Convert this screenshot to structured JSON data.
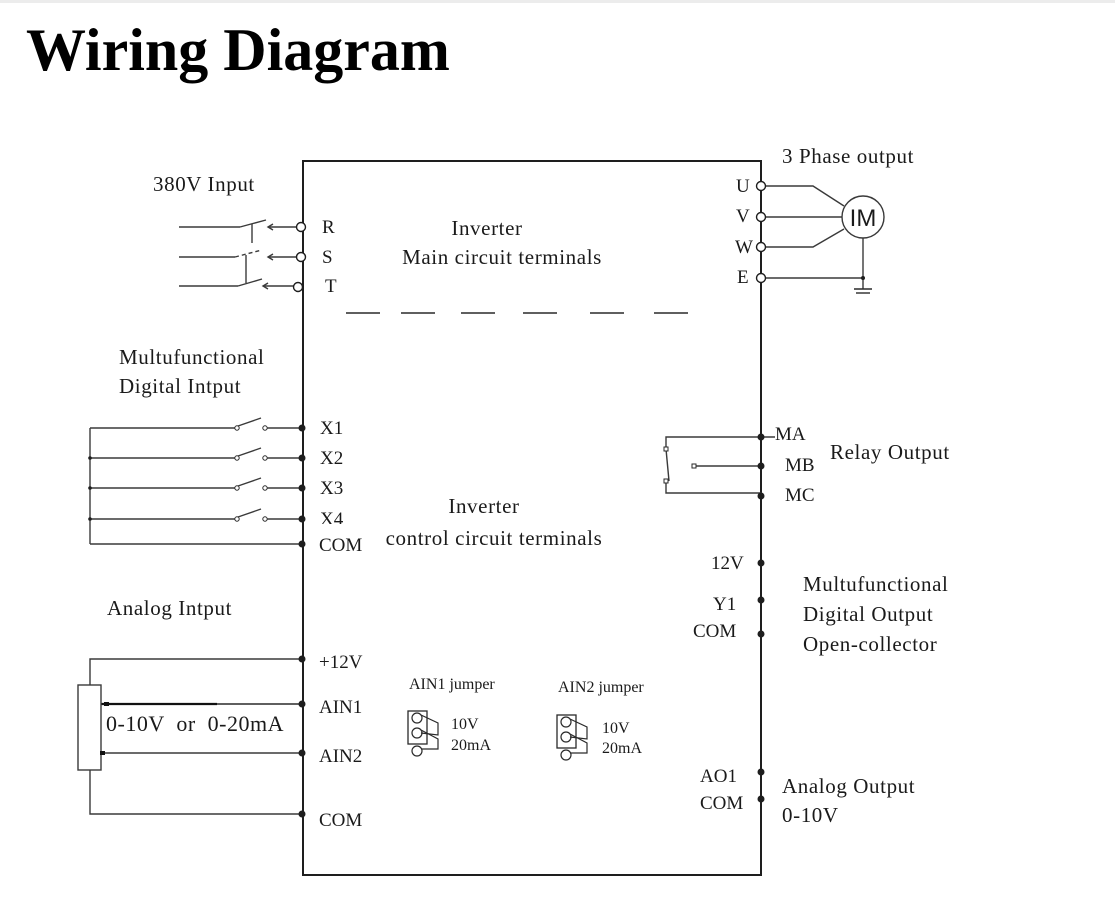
{
  "title": "Wiring Diagram",
  "inverter": {
    "main_label_1": "Inverter",
    "main_label_2": "Main circuit terminals",
    "control_label_1": "Inverter",
    "control_label_2": "control circuit terminals"
  },
  "power_input": {
    "label": "380V Input",
    "terminals": [
      "R",
      "S",
      "T"
    ]
  },
  "power_output": {
    "label": "3 Phase output",
    "terminals": [
      "U",
      "V",
      "W",
      "E"
    ],
    "motor_label": "IM"
  },
  "digital_input": {
    "label_1": "Multufunctional",
    "label_2": "Digital Intput",
    "terminals": [
      "X1",
      "X2",
      "X3",
      "X4",
      "COM"
    ]
  },
  "relay_output": {
    "label": "Relay Output",
    "terminals": [
      "MA",
      "MB",
      "MC"
    ]
  },
  "digital_output": {
    "label_1": "Multufunctional",
    "label_2": "Digital Output",
    "label_3": "Open-collector",
    "terminals": [
      "12V",
      "Y1",
      "COM"
    ]
  },
  "analog_input": {
    "label": "Analog Intput",
    "range_label": "0-10V  or  0-20mA",
    "terminals": [
      "+12V",
      "AIN1",
      "AIN2",
      "COM"
    ]
  },
  "jumpers": [
    {
      "label": "AIN1 jumper",
      "opt_1": "10V",
      "opt_2": "20mA"
    },
    {
      "label": "AIN2 jumper",
      "opt_1": "10V",
      "opt_2": "20mA"
    }
  ],
  "analog_output": {
    "label_1": "Analog Output",
    "label_2": "0-10V",
    "terminals": [
      "AO1",
      "COM"
    ]
  }
}
